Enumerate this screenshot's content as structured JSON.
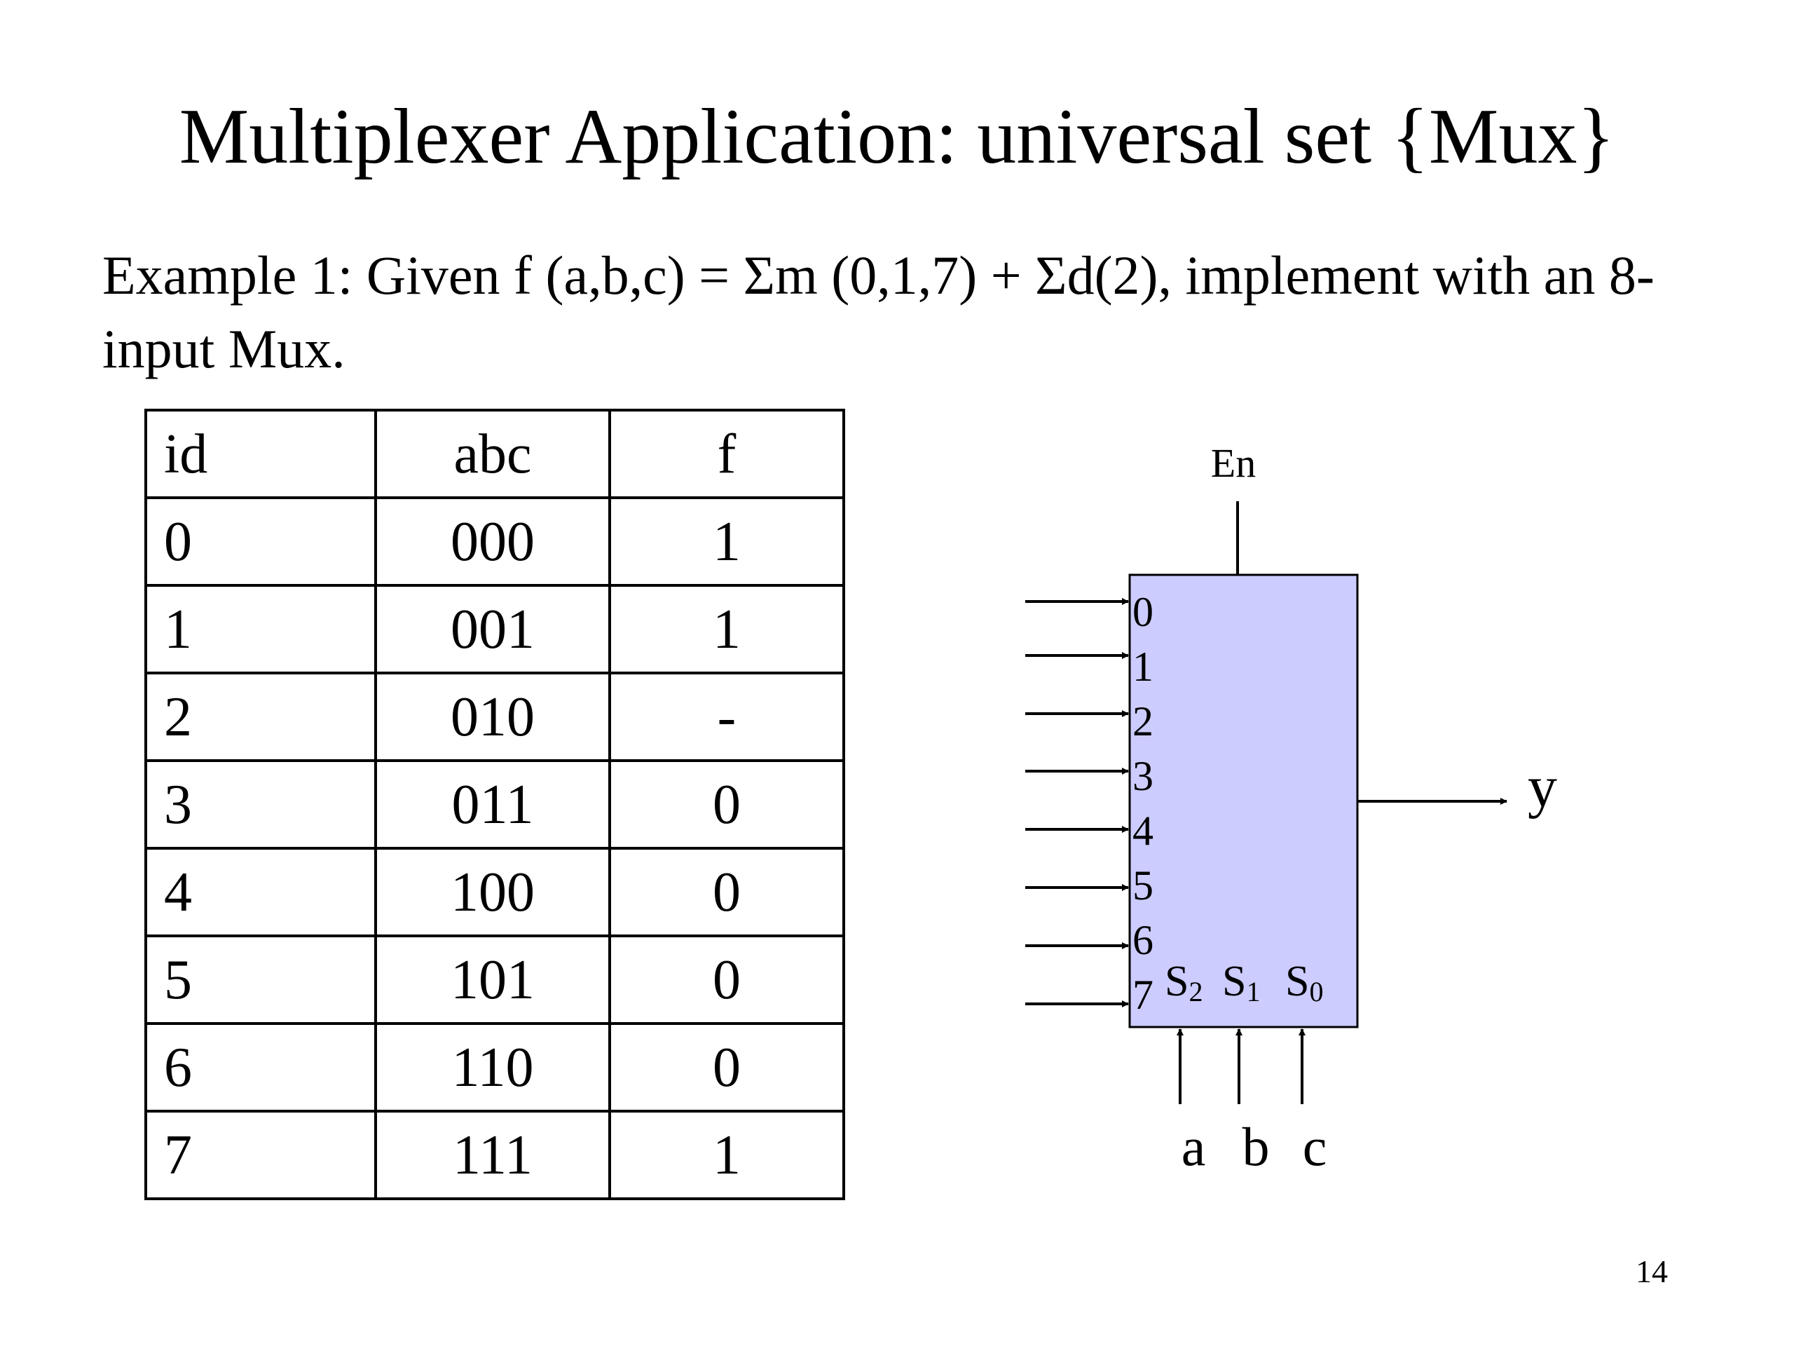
{
  "slide": {
    "title": "Multiplexer Application: universal set {Mux}",
    "example_text": "Example 1: Given f (a,b,c) = Σm (0,1,7) + Σd(2), implement with an 8-input Mux.",
    "page_number": "14"
  },
  "table": {
    "headers": [
      "id",
      "abc",
      "f"
    ],
    "rows": [
      [
        "0",
        "000",
        "1"
      ],
      [
        "1",
        "001",
        "1"
      ],
      [
        "2",
        "010",
        "-"
      ],
      [
        "3",
        "011",
        "0"
      ],
      [
        "4",
        "100",
        "0"
      ],
      [
        "5",
        "101",
        "0"
      ],
      [
        "6",
        "110",
        "0"
      ],
      [
        "7",
        "111",
        "1"
      ]
    ]
  },
  "mux": {
    "enable_label": "En",
    "output_label": "y",
    "input_labels": [
      "0",
      "1",
      "2",
      "3",
      "4",
      "5",
      "6",
      "7"
    ],
    "select_labels": [
      {
        "letter": "S",
        "sub": "2"
      },
      {
        "letter": "S",
        "sub": "1"
      },
      {
        "letter": "S",
        "sub": "0"
      }
    ],
    "select_inputs": [
      "a",
      "b",
      "c"
    ],
    "fill_color": "#ccccff",
    "stroke_color": "#000000"
  }
}
